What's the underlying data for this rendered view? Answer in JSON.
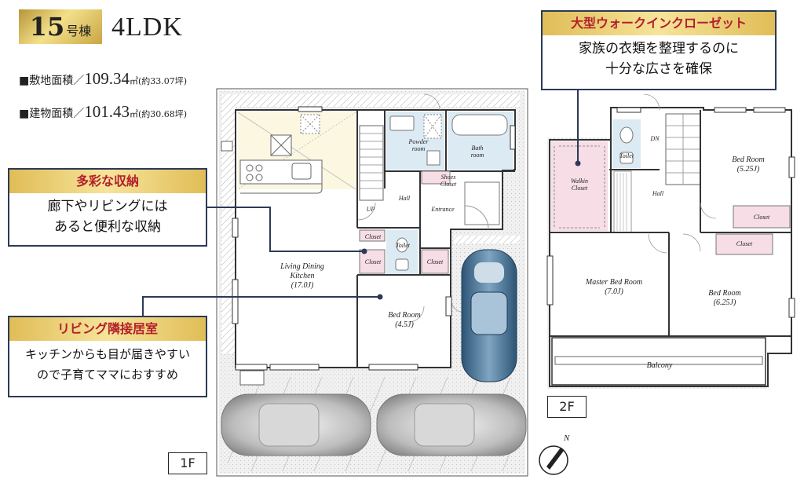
{
  "header": {
    "house_number": "15",
    "house_suffix": "号棟",
    "layout_type": "4LDK",
    "land_area_label": "■敷地面積／",
    "land_area_value": "109.34",
    "land_area_unit": "㎡(約33.07坪)",
    "building_area_label": "■建物面積／",
    "building_area_value": "101.43",
    "building_area_unit": "㎡(約30.68坪)"
  },
  "callouts": {
    "storage": {
      "title": "多彩な収納",
      "line1": "廊下やリビングには",
      "line2": "あると便利な収納"
    },
    "adjacent_room": {
      "title": "リビング隣接居室",
      "line1": "キッチンからも目が届きやすい",
      "line2": "ので子育てママにおすすめ"
    },
    "walkin": {
      "title": "大型ウォークインクローゼット",
      "line1": "家族の衣類を整理するのに",
      "line2": "十分な広さを確保"
    }
  },
  "floor1": {
    "tag": "1F",
    "ldk": {
      "name1": "Living Dining",
      "name2": "Kitchen",
      "size": "(17.0J)"
    },
    "bed": {
      "name": "Bed Room",
      "size": "(4.5J)"
    },
    "powder": {
      "name1": "Powder",
      "name2": "room"
    },
    "bath": {
      "name1": "Bath",
      "name2": "room"
    },
    "shoes": {
      "name1": "Shoes",
      "name2": "Closet"
    },
    "hall": "Hall",
    "up": "UP",
    "entrance": "Entrance",
    "toilet": "Toilet",
    "closet_a": "Closet",
    "closet_b": "Closet",
    "closet_c": "Closet"
  },
  "floor2": {
    "tag": "2F",
    "walkin": {
      "name1": "Walkin",
      "name2": "Closet"
    },
    "toilet": "Toilet",
    "dn": "DN",
    "hall": "Hall",
    "bed_a": {
      "name": "Bed Room",
      "size": "(5.25J)"
    },
    "closet_a": "Closet",
    "closet_b": "Closet",
    "master": {
      "name": "Master Bed Room",
      "size": "(7.0J)"
    },
    "bed_b": {
      "name": "Bed Room",
      "size": "(6.25J)"
    },
    "balcony": "Balcony"
  },
  "compass": {
    "label": "N"
  },
  "colors": {
    "gold": "#e0bd57",
    "callout_border": "#2b3a57",
    "callout_title": "#b3202c",
    "kitchen_fill": "#fbf7e1",
    "closet_fill": "#f6dde6",
    "water_fill": "#dceaf3",
    "car_blue": "#3f6d91"
  }
}
